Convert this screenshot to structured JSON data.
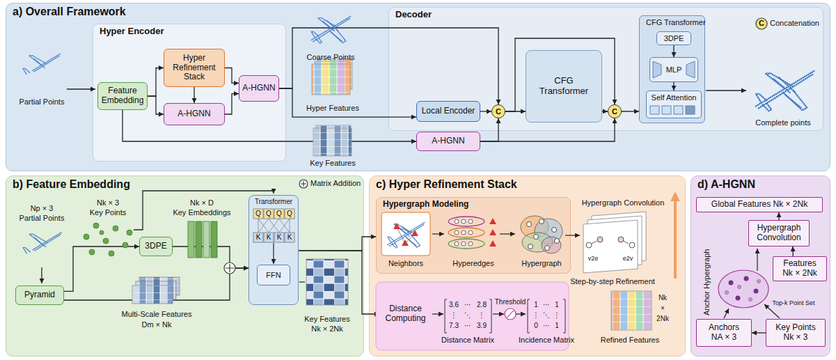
{
  "diagram": {
    "nodes": [
      {
        "text": [
          "a) Overall Framework"
        ]
      },
      {
        "text": [
          "Hyper Encoder"
        ],
        "in": 0
      },
      {
        "text": [
          "Feature Embedding"
        ],
        "in": 1
      },
      {
        "text": [
          "Hyper Refinement Stack"
        ],
        "in": 1
      },
      {
        "text": [
          "A-HGNN"
        ],
        "in": 1
      },
      {
        "text": [
          "A-HGNN"
        ],
        "in": 1
      },
      {
        "text": [
          "Decoder"
        ],
        "in": 0
      },
      {
        "text": [
          "Local Encoder"
        ],
        "in": 6
      },
      {
        "text": [
          "C"
        ],
        "in": 6
      },
      {
        "text": [
          "CFG Transformer"
        ],
        "in": 6
      },
      {
        "text": [
          "C"
        ],
        "in": 6
      },
      {
        "text": [
          "CFG Transformer"
        ],
        "in": 6
      },
      {
        "text": [
          "3DPE"
        ],
        "in": 11
      },
      {
        "text": [
          "MLP"
        ],
        "in": 11
      },
      {
        "text": [
          "Self Attention"
        ],
        "in": 11
      },
      {
        "text": [
          "A-HGNN"
        ],
        "in": 0
      },
      {
        "text": [
          "b) Feature Embedding"
        ]
      },
      {
        "text": [
          "Pyramid"
        ],
        "in": 16
      },
      {
        "text": [
          "3DPE"
        ],
        "in": 16
      },
      {
        "text": [
          "Transformer"
        ],
        "in": 16
      },
      {
        "text": [
          "FFN"
        ],
        "in": 19
      },
      {
        "text": [
          "c) Hyper Refinement Stack"
        ]
      },
      {
        "text": [
          "Hypergraph Modeling"
        ],
        "in": 21
      },
      {
        "text": [
          "Distance Computing"
        ],
        "in": 21
      },
      {
        "text": [
          "d) A-HGNN"
        ]
      },
      {
        "text": [
          "Global Features Nk × 2Nk"
        ],
        "in": 24
      },
      {
        "text": [
          "Hypergraph Convolution"
        ],
        "in": 24
      },
      {
        "text": [
          "Features",
          "Nk × 2Nk"
        ],
        "in": 24
      },
      {
        "text": [
          "Anchors",
          "NA × 3"
        ],
        "in": 24
      },
      {
        "text": [
          "Key Points",
          "Nk × 3"
        ],
        "in": 24
      }
    ],
    "edges": [
      {
        "from": 2,
        "to": 3,
        "arrow": "to"
      },
      {
        "from": 2,
        "to": 4,
        "arrow": "to"
      },
      {
        "from": 3,
        "to": 4,
        "arrow": "to"
      },
      {
        "from": 3,
        "to": 5,
        "arrow": "to"
      },
      {
        "from": 4,
        "to": 5,
        "arrow": "to"
      },
      {
        "from": 5,
        "to": 8,
        "arrow": "to"
      },
      {
        "from": 5,
        "to": 7,
        "arrow": "to"
      },
      {
        "from": 2,
        "to": 15,
        "arrow": "to"
      },
      {
        "from": 7,
        "to": 8,
        "arrow": "to"
      },
      {
        "from": 15,
        "to": 8,
        "arrow": "to"
      },
      {
        "from": 8,
        "to": 9,
        "arrow": "to"
      },
      {
        "from": 8,
        "to": 10,
        "arrow": "to"
      },
      {
        "from": 9,
        "to": 10,
        "arrow": "to"
      },
      {
        "from": 15,
        "to": 10,
        "arrow": "to"
      },
      {
        "from": 10,
        "to": 11,
        "arrow": "to"
      },
      {
        "from": 12,
        "to": 13,
        "arrow": "to"
      },
      {
        "from": 13,
        "to": 14,
        "arrow": "to"
      },
      {
        "from": 17,
        "to": 18,
        "arrow": "to"
      },
      {
        "from": 17,
        "to": 19,
        "arrow": "to"
      },
      {
        "from": 18,
        "to": 19,
        "arrow": "to"
      },
      {
        "from": 19,
        "to": 23,
        "arrow": "to"
      },
      {
        "from": 19,
        "to": 22,
        "arrow": "to"
      },
      {
        "from": 29,
        "to": 28,
        "arrow": "to"
      },
      {
        "from": 27,
        "to": 26,
        "arrow": "to"
      },
      {
        "from": 26,
        "to": 25,
        "arrow": "to"
      }
    ],
    "labels": [
      "Partial Points",
      "Coarse Points",
      "Hyper Features",
      "Key Features",
      "Complete points",
      "C",
      "Np × 3",
      "Partial Points",
      "Nk × 3",
      "Key Points",
      "Nk × D",
      "Key Embeddings",
      "Multi-Scale Features",
      "Dm × Nk",
      "Q",
      "Q",
      "Q",
      "Q",
      "K",
      "K",
      "K",
      "K",
      "Key Features",
      "Nk × 2Nk",
      "Neighbors",
      "Hyperedges",
      "Hypergraph",
      "Hypergraph Convolution",
      "v2e",
      "e2v",
      "Step-by-step Refinement",
      "Distance Matrix",
      "Threshold",
      "Incidence Matrix",
      "3.6",
      "⋯",
      "2.8",
      "⋮",
      "⋱",
      "⋮",
      "7.3",
      "⋯",
      "3.9",
      "1",
      "⋯",
      "1",
      "⋮",
      "⋱",
      "⋮",
      "0",
      "⋯",
      "1",
      "Refined Features",
      "Nk",
      "×",
      "2Nk",
      "Anchor Hypergraph",
      "Top-k Point Set"
    ],
    "legend": [
      {
        "text": "Concatenation"
      },
      {
        "text": "Matrix Addition"
      }
    ]
  }
}
